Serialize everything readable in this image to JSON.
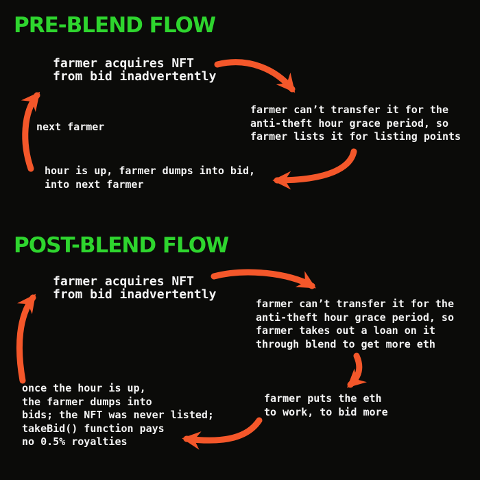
{
  "colors": {
    "background": "#0b0b09",
    "title_green": "#2ed52e",
    "arrow_orange": "#f4572a",
    "text_white": "#f5f5f5"
  },
  "pre": {
    "title": "PRE-BLEND FLOW",
    "node_acquire": "farmer acquires NFT\nfrom bid inadvertently",
    "node_transfer": "farmer can’t transfer it for the\nanti-theft hour grace period, so\nfarmer lists it for listing points",
    "label_next_farmer": "next farmer",
    "node_dump": "hour is up, farmer dumps into bid,\ninto next farmer"
  },
  "post": {
    "title": "POST-BLEND FLOW",
    "node_acquire": "farmer acquires NFT\nfrom bid inadvertently",
    "node_loan": "farmer can’t transfer it for the\nanti-theft hour grace period, so\nfarmer takes out a loan on it\nthrough blend to get more eth",
    "node_bid_more": "farmer puts the eth\nto work, to bid more",
    "node_dump": "once the hour is up,\nthe farmer dumps into\nbids; the NFT was never listed;\ntakeBid() function pays\nno 0.5% royalties"
  }
}
